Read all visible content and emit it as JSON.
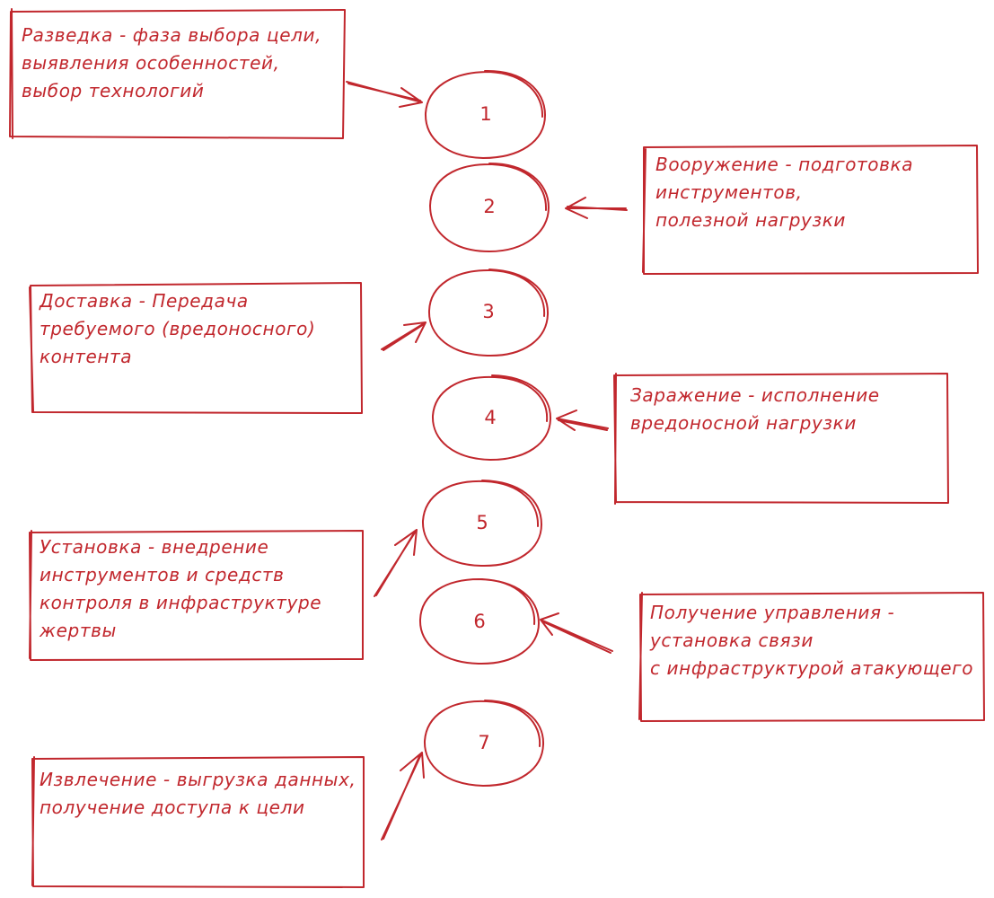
{
  "stages": [
    {
      "number": "1",
      "text": [
        "Разведка - фаза выбора цели,",
        "выявления особенностей,",
        "выбор технологий"
      ]
    },
    {
      "number": "2",
      "text": [
        "Вооружение - подготовка",
        "инструментов,",
        "полезной нагрузки"
      ]
    },
    {
      "number": "3",
      "text": [
        "Доставка - Передача",
        "требуемого (вредоносного)",
        "контента"
      ]
    },
    {
      "number": "4",
      "text": [
        "Заражение - исполнение",
        "вредоносной нагрузки"
      ]
    },
    {
      "number": "5",
      "text": [
        "Установка - внедрение",
        "инструментов и средств",
        "контроля в инфраструктуре",
        "жертвы"
      ]
    },
    {
      "number": "6",
      "text": [
        "Получение управления -",
        "установка связи",
        "с инфраструктурой атакующего"
      ]
    },
    {
      "number": "7",
      "text": [
        "Извлечение - выгрузка данных,",
        "получение доступа к цели"
      ]
    }
  ],
  "colors": {
    "ink": "#c1272d",
    "background": "#ffffff"
  }
}
